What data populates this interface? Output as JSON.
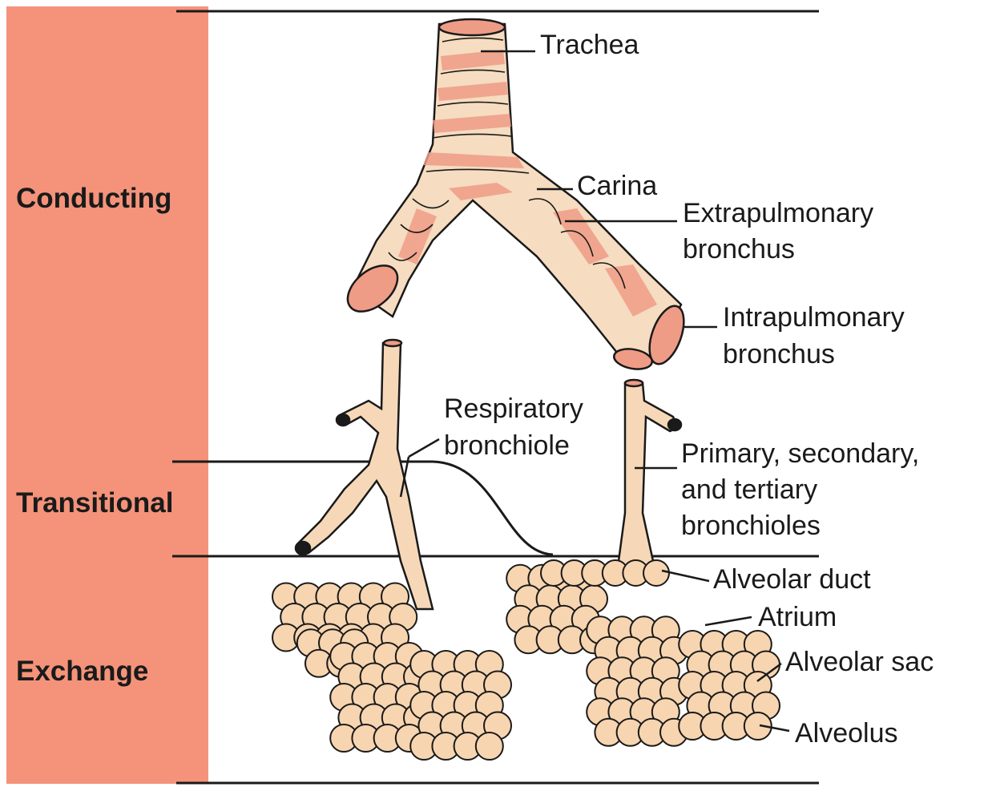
{
  "zones": {
    "conducting": "Conducting",
    "transitional": "Transitional",
    "exchange": "Exchange"
  },
  "labels": {
    "trachea": "Trachea",
    "carina": "Carina",
    "extrapulmonary_1": "Extrapulmonary",
    "extrapulmonary_2": "bronchus",
    "intrapulmonary_1": "Intrapulmonary",
    "intrapulmonary_2": "bronchus",
    "respiratory_1": "Respiratory",
    "respiratory_2": "bronchiole",
    "bronchioles_1": "Primary, secondary,",
    "bronchioles_2": "and tertiary",
    "bronchioles_3": "bronchioles",
    "alveolar_duct": "Alveolar duct",
    "atrium": "Atrium",
    "alveolar_sac": "Alveolar sac",
    "alveolus": "Alveolus"
  },
  "colors": {
    "zone_band": "#f4937a",
    "cartilage": "#f6dcc0",
    "airway_wall": "#ef9c86",
    "tissue": "#f6d8b8",
    "alveolus_fill": "#f7d5b0",
    "outline": "#1a1a1a"
  }
}
